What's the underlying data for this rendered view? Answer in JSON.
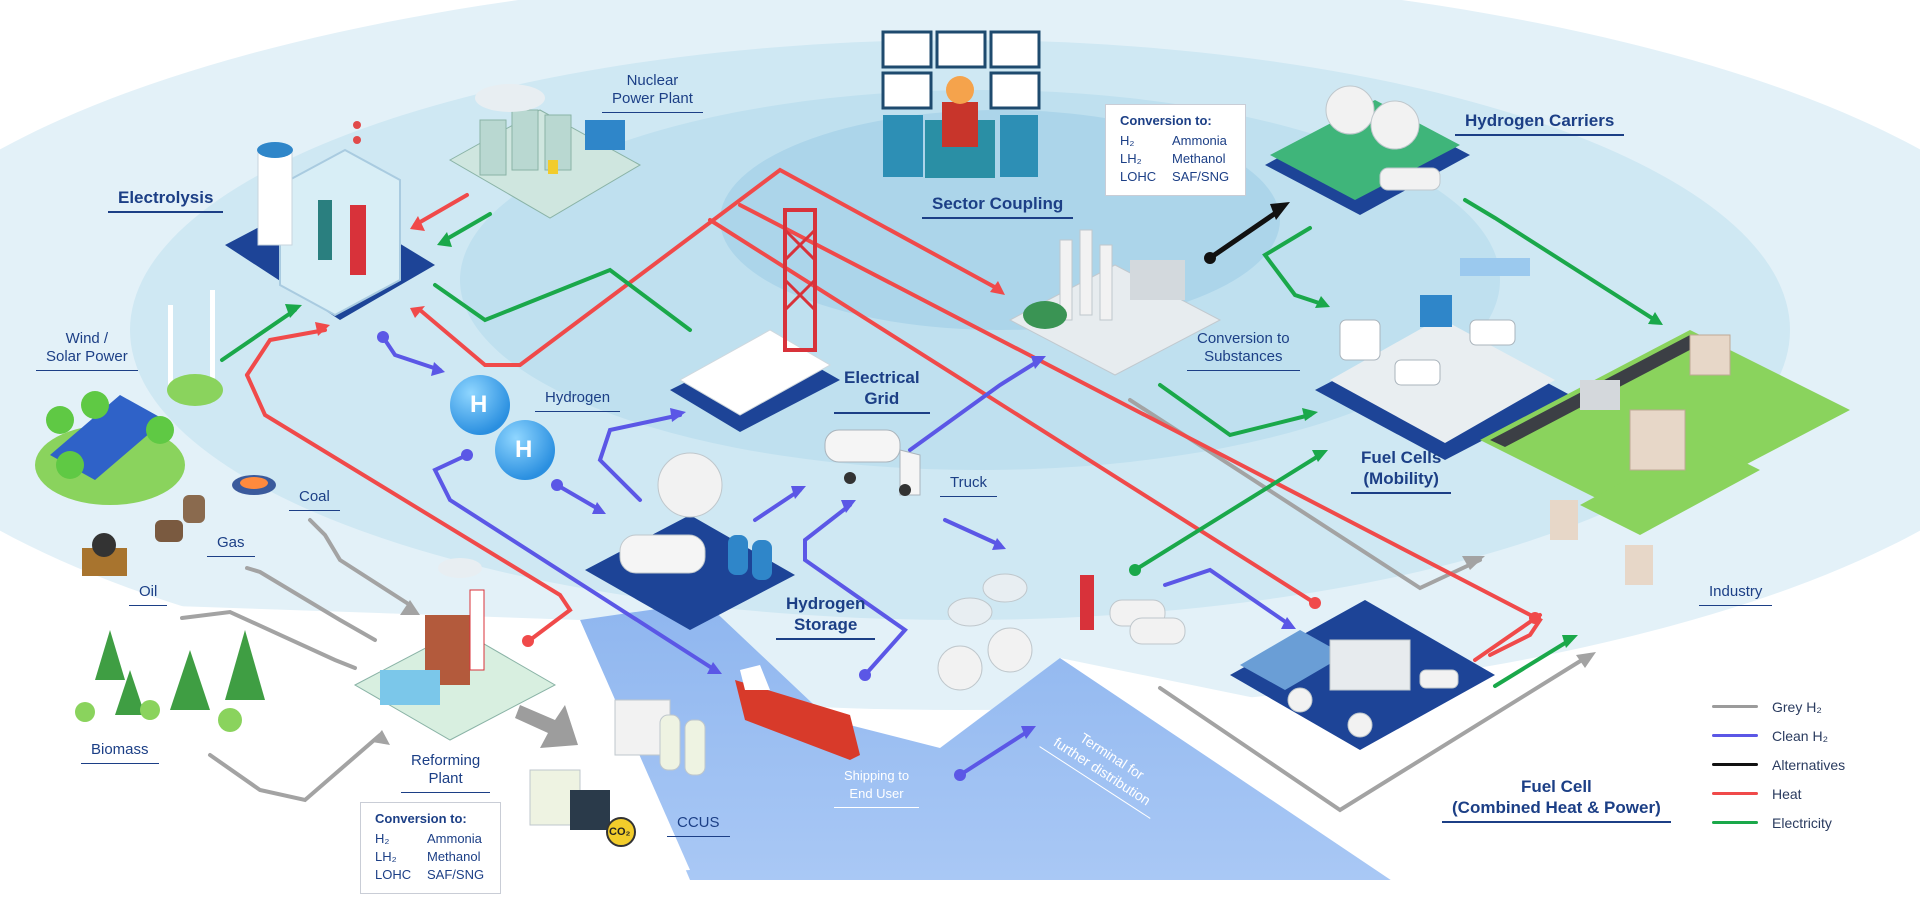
{
  "labels": {
    "electrolysis": "Electrolysis",
    "nuclear": "Nuclear\nPower Plant",
    "sector_coupling": "Sector Coupling",
    "hydrogen_carriers": "Hydrogen Carriers",
    "wind_solar": "Wind /\nSolar Power",
    "hydrogen": "Hydrogen",
    "electrical_grid": "Electrical\nGrid",
    "conversion_substances": "Conversion to\nSubstances",
    "fuel_cells_mobility": "Fuel Cells\n(Mobility)",
    "coal": "Coal",
    "gas": "Gas",
    "oil": "Oil",
    "truck": "Truck",
    "hydrogen_storage": "Hydrogen\nStorage",
    "industry": "Industry",
    "biomass": "Biomass",
    "reforming_plant": "Reforming\nPlant",
    "ccus": "CCUS",
    "shipping": "Shipping to\nEnd User",
    "terminal": "Terminal for\nfurther distribution",
    "fuel_cell_chp": "Fuel Cell\n(Combined Heat & Power)"
  },
  "conversion_box": {
    "title": "Conversion to:",
    "rows": [
      [
        "H₂",
        "Ammonia"
      ],
      [
        "LH₂",
        "Methanol"
      ],
      [
        "LOHC",
        "SAF/SNG"
      ]
    ]
  },
  "icons": {
    "h2_bubble_1": "H",
    "h2_bubble_2": "H",
    "co2_badge": "CO₂"
  },
  "legend": [
    {
      "label": "Grey H₂",
      "color": "#9b9b9b"
    },
    {
      "label": "Clean H₂",
      "color": "#5b57e6"
    },
    {
      "label": "Alternatives",
      "color": "#111111"
    },
    {
      "label": "Heat",
      "color": "#f04a4a"
    },
    {
      "label": "Electricity",
      "color": "#1aa84a"
    }
  ]
}
